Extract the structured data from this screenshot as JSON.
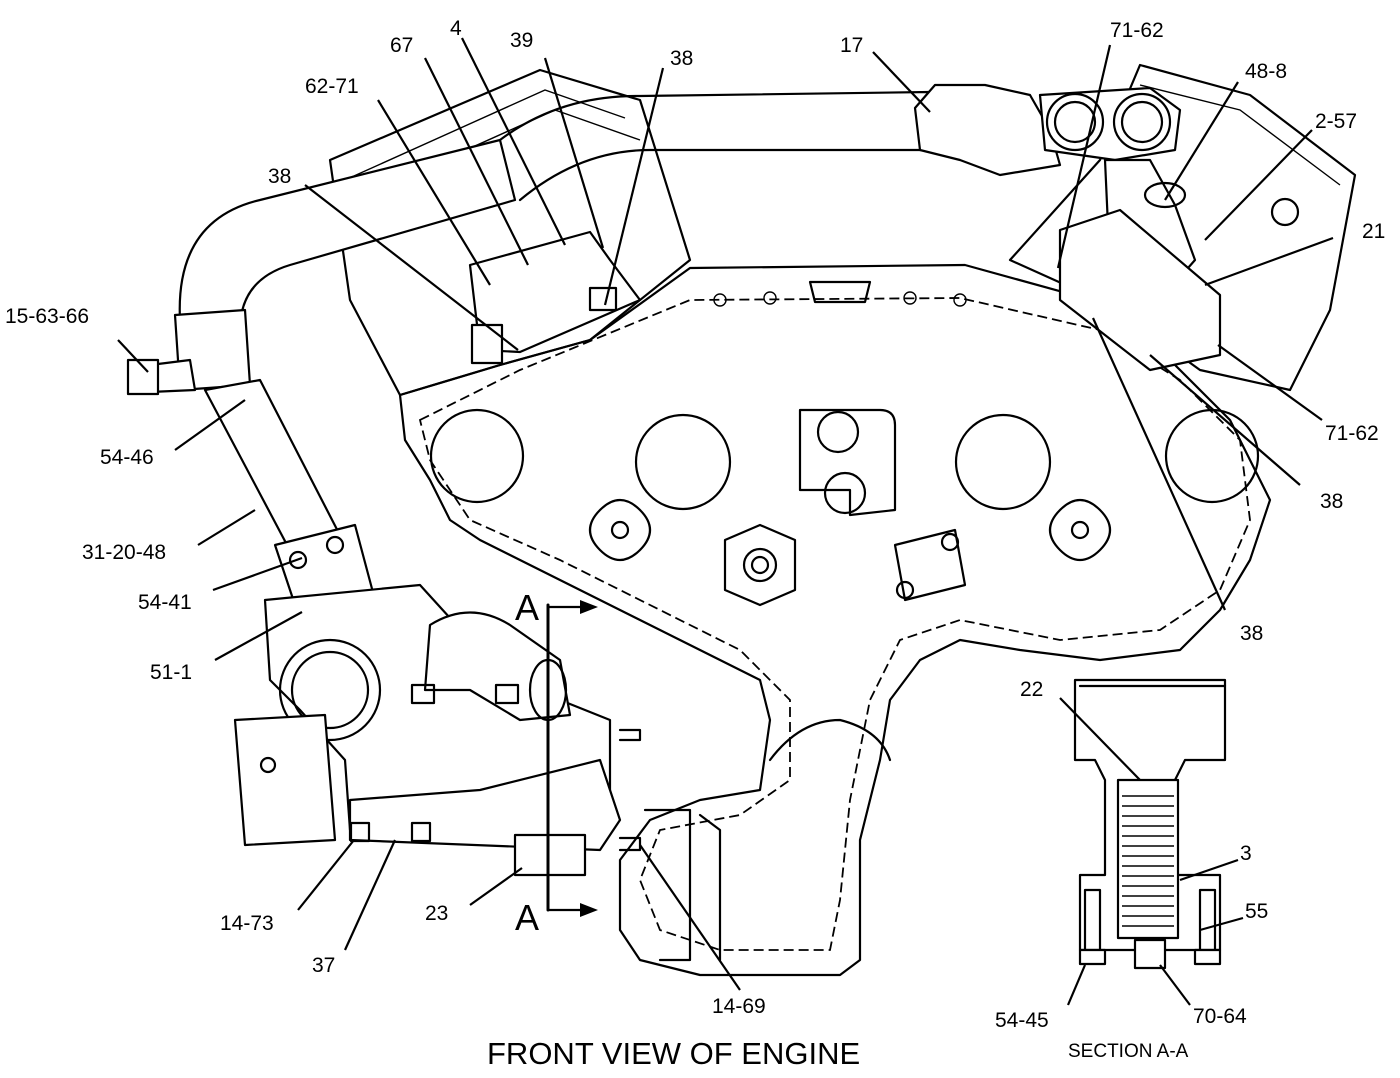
{
  "captions": {
    "main": "FRONT VIEW OF ENGINE",
    "section": "SECTION A-A",
    "section_mark_top": "A",
    "section_mark_bottom": "A"
  },
  "callouts": [
    "15-63-66",
    "62-71",
    "67",
    "4",
    "39",
    "38",
    "38",
    "17",
    "71-62",
    "48-8",
    "2-57",
    "21",
    "71-62",
    "38",
    "38",
    "54-46",
    "31-20-48",
    "54-41",
    "51-1",
    "14-73",
    "37",
    "23",
    "14-69",
    "22",
    "3",
    "55",
    "54-45",
    "70-64"
  ]
}
